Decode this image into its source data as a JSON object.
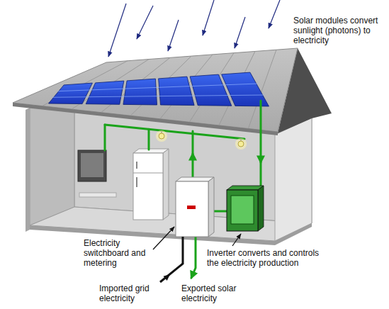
{
  "diagram": {
    "labels": [
      "Solar modules convert sunlight (photons) to electricity",
      "Electricity switchboard and metering",
      "Inverter converts and controls the electricity production",
      "Imported grid electricity",
      "Exported solar electricity"
    ]
  }
}
